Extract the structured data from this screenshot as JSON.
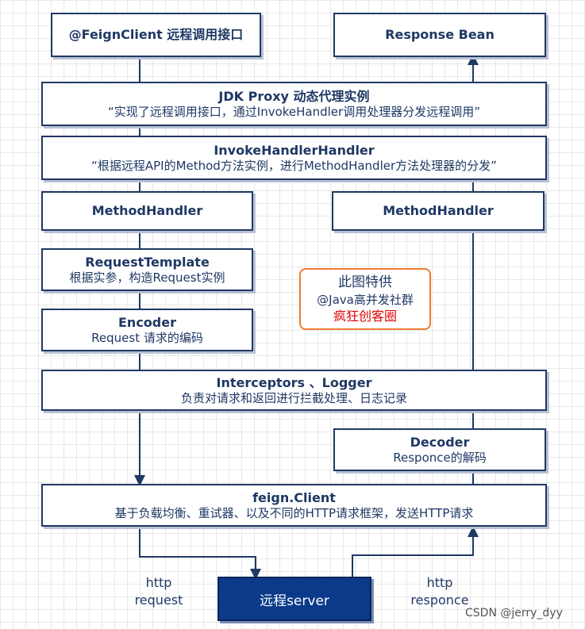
{
  "boxes": {
    "feign_client_box": {
      "title": "@FeignClient 远程调用接口"
    },
    "response_bean": {
      "title": "Response Bean"
    },
    "jdk_proxy": {
      "title": "JDK Proxy 动态代理实例",
      "desc": "“实现了远程调用接口，通过InvokeHandler调用处理器分发远程调用”"
    },
    "invoke_handler": {
      "title": "InvokeHandlerHandler",
      "desc": "“根据远程API的Method方法实例，进行MethodHandler方法处理器的分发”"
    },
    "method_handler_left": {
      "title": "MethodHandler"
    },
    "method_handler_right": {
      "title": "MethodHandler"
    },
    "request_template": {
      "title": "RequestTemplate",
      "desc": "根据实参，构造Request实例"
    },
    "encoder": {
      "title": "Encoder",
      "desc": "Request 请求的编码"
    },
    "interceptors": {
      "title": "Interceptors 、Logger",
      "desc": "负责对请求和返回进行拦截处理、日志记录"
    },
    "decoder": {
      "title": "Decoder",
      "desc": "Responce的解码"
    },
    "feign_client": {
      "title": "feign.Client",
      "desc": "基于负载均衡、重试器、以及不同的HTTP请求框架，发送HTTP请求"
    },
    "server": {
      "title": "远程server"
    }
  },
  "note": {
    "line1": "此图特供",
    "line2": "@Java高并发社群",
    "line3": "疯狂创客圈"
  },
  "labels": {
    "http_request_1": "http",
    "http_request_2": "request",
    "http_response_1": "http",
    "http_response_2": "responce"
  },
  "watermark": "CSDN @jerry_dyy",
  "colors": {
    "primary": "#1f3864",
    "server_fill": "#0b3a8a",
    "note_border": "#ed7d31",
    "note_red": "#e00000"
  }
}
